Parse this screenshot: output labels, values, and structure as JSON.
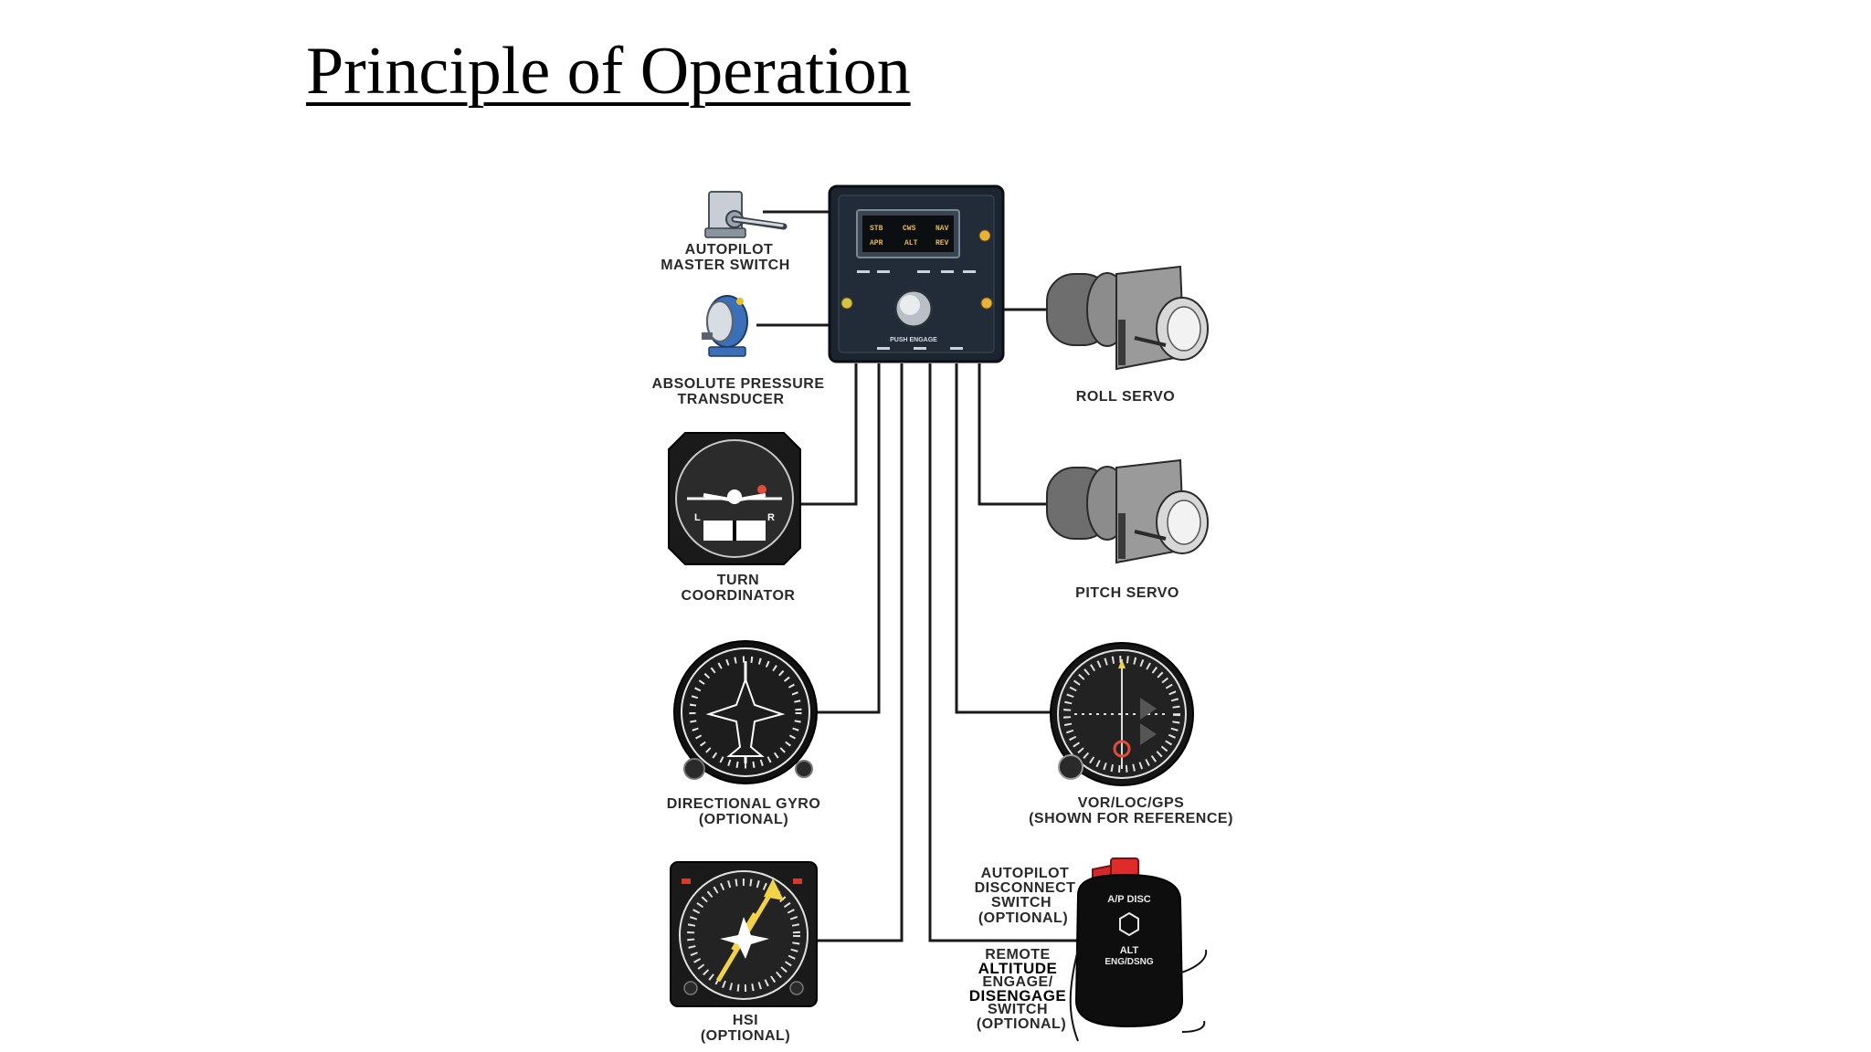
{
  "title": "Principle of Operation",
  "labels": {
    "master_switch": [
      "AUTOPILOT",
      "MASTER SWITCH"
    ],
    "pressure": [
      "ABSOLUTE PRESSURE",
      "TRANSDUCER"
    ],
    "turn": [
      "TURN",
      "COORDINATOR"
    ],
    "dg": [
      "DIRECTIONAL GYRO",
      "(OPTIONAL)"
    ],
    "hsi": [
      "HSI",
      "(OPTIONAL)"
    ],
    "roll": [
      "ROLL SERVO"
    ],
    "pitch": [
      "PITCH SERVO"
    ],
    "vor": [
      "VOR/LOC/GPS",
      "(SHOWN FOR REFERENCE)"
    ],
    "disconnect": [
      "AUTOPILOT",
      "DISCONNECT",
      "SWITCH",
      "(OPTIONAL)"
    ],
    "remote": [
      "REMOTE",
      "ALTITUDE",
      "ENGAGE/",
      "DISENGAGE",
      "SWITCH",
      "(OPTIONAL)"
    ]
  },
  "panel": {
    "annunciators_top": [
      "STB",
      "CWS",
      "NAV"
    ],
    "annunciators_bottom": [
      "APR",
      "ALT",
      "REV"
    ],
    "knob_label": "PUSH ENGAGE"
  },
  "switch_text": {
    "top": "A/P DISC",
    "bottom1": "ALT",
    "bottom2": "ENG/DSNG"
  }
}
